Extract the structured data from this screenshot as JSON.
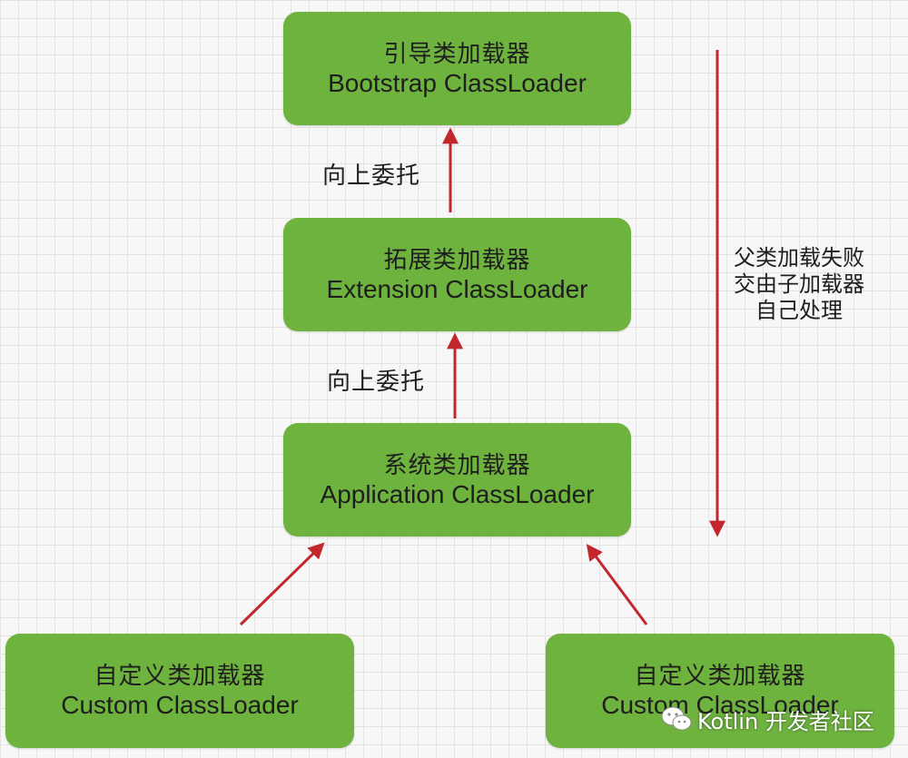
{
  "nodes": {
    "bootstrap": {
      "zh": "引导类加载器",
      "en": "Bootstrap ClassLoader"
    },
    "extension": {
      "zh": "拓展类加载器",
      "en": "Extension ClassLoader"
    },
    "application": {
      "zh": "系统类加载器",
      "en": "Application ClassLoader"
    },
    "custom_left": {
      "zh": "自定义类加载器",
      "en": "Custom ClassLoader"
    },
    "custom_right": {
      "zh": "自定义类加载器",
      "en": "Custom ClassLoader"
    }
  },
  "edge_labels": {
    "delegate_up_1": "向上委托",
    "delegate_up_2": "向上委托"
  },
  "side_note": {
    "lines": [
      "父类加载失败",
      "交由子加载器",
      "自己处理"
    ]
  },
  "watermark": {
    "text": "Kotlin 开发者社区",
    "icon": "wechat-icon"
  },
  "colors": {
    "node_fill": "#6fb33f",
    "arrow": "#c1272d",
    "grid_bg": "#f7f7f7"
  }
}
